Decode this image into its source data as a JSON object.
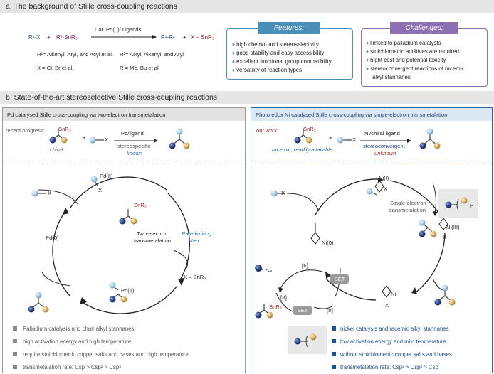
{
  "section_a": {
    "title": "a. The background of Stille cross-coupling reactions"
  },
  "scheme_a": {
    "r1x": "R¹-X",
    "plus1": "+",
    "r2snr3": "R²-SnR₃",
    "conditions": "Cat. Pd(0)/ Ligands",
    "product": "R¹-R²",
    "plus2": "+",
    "byproduct": "X – SnR₃",
    "r1_def": "R¹= Alkenyl, Aryl, and Acyl et al.",
    "r2_def": "R²= Alkyl, Alkenyl, and Aryl",
    "x_def": "X = Cl, Br et al.",
    "r_def": "R = Me, Bu et al."
  },
  "features": {
    "title": "Features:",
    "items": [
      "high chemo- and stereoselectivity",
      "good stability and easy accessibility",
      "excellent functional group compatibility",
      "versatility of reaction types"
    ]
  },
  "challenges": {
    "title": "Challenges:",
    "items": [
      "limited to palladium catalysts",
      "stoichiometric additives are required",
      "hight cost and potential toxicity",
      "stereoconvergent reactions of racemic",
      "alkyl stannanes"
    ]
  },
  "section_b": {
    "title": "b. State-of-the-art stereoselective Stille cross-coupling reactions"
  },
  "left_panel": {
    "header": "Pd catalysed Stille cross-coupling via two-electron transmetalation",
    "recent_progress": "recent progress:",
    "snr3": "SnR₃",
    "chiral": "chiral",
    "plus": "+",
    "x": "X",
    "conditions": "Pd/ligand",
    "stereo": "stereospecific",
    "known": "known",
    "cycle": {
      "pd2_top": "Pd(II)",
      "x_top": "X",
      "snr3": "SnR₃",
      "x_left": "X",
      "pd0": "Pd(0)",
      "two_electron": "Two-electron",
      "transmetalation": "transmetalation",
      "rate": "Rate-limiting",
      "step": "step",
      "xsnr3": "X – SnR₃",
      "pd2_bottom": "Pd(II)"
    },
    "bullets": [
      "Palladium catalysis and chair alkyl stannanes",
      "high activation energy and high temperature",
      "require stoichiometric copper salts and bases and high temperature",
      "transmetalation rate: Csp > Csp² > Csp³"
    ]
  },
  "right_panel": {
    "header": "Photoredox Ni catalysed Stille cross-coupling via single-electron transmetalation",
    "our_work": "our work:",
    "snr3": "SnR₃",
    "racemic": "racemic, readily available",
    "plus": "+",
    "x": "X",
    "conditions": "Ni/chiral ligand",
    "stereo": "stereoconvergent",
    "unknown": "unknown",
    "cycle": {
      "ni_top": "Ni(I)",
      "x_top": "X",
      "x_left": "X",
      "single_electron": "Single-electron",
      "transmetalation": "transmetalation",
      "ni3": "Ni(III)",
      "x_ni3": "X",
      "ni0": "Ni(0)",
      "ir_top": "[Ir]",
      "ir_mid": "[Ir]",
      "ir_minus": "[Ir]",
      "set1": "SET",
      "set2": "SET",
      "ni_bottom": "Ni",
      "x_bottom": "X",
      "snr3_bottom": "SnR₃",
      "h": "H"
    },
    "bullets": [
      "nickel catalysis and racemic alkyl stannanes",
      "low activation energy and mild temperature",
      "without stoichiometric copper salts and bases",
      "transmetalation rate: Csp³ > Csp² > Csp"
    ]
  },
  "colors": {
    "section_bg": "#e6e6e6",
    "feature_tag": "#4a8fb8",
    "challenge_tag": "#8d6fb3",
    "right_header": "#dde8f5",
    "right_border": "#2a62a8",
    "bullet_grey": "#888888",
    "bullet_blue": "#1f4e8c",
    "set_pill": "#9a9a9a"
  }
}
